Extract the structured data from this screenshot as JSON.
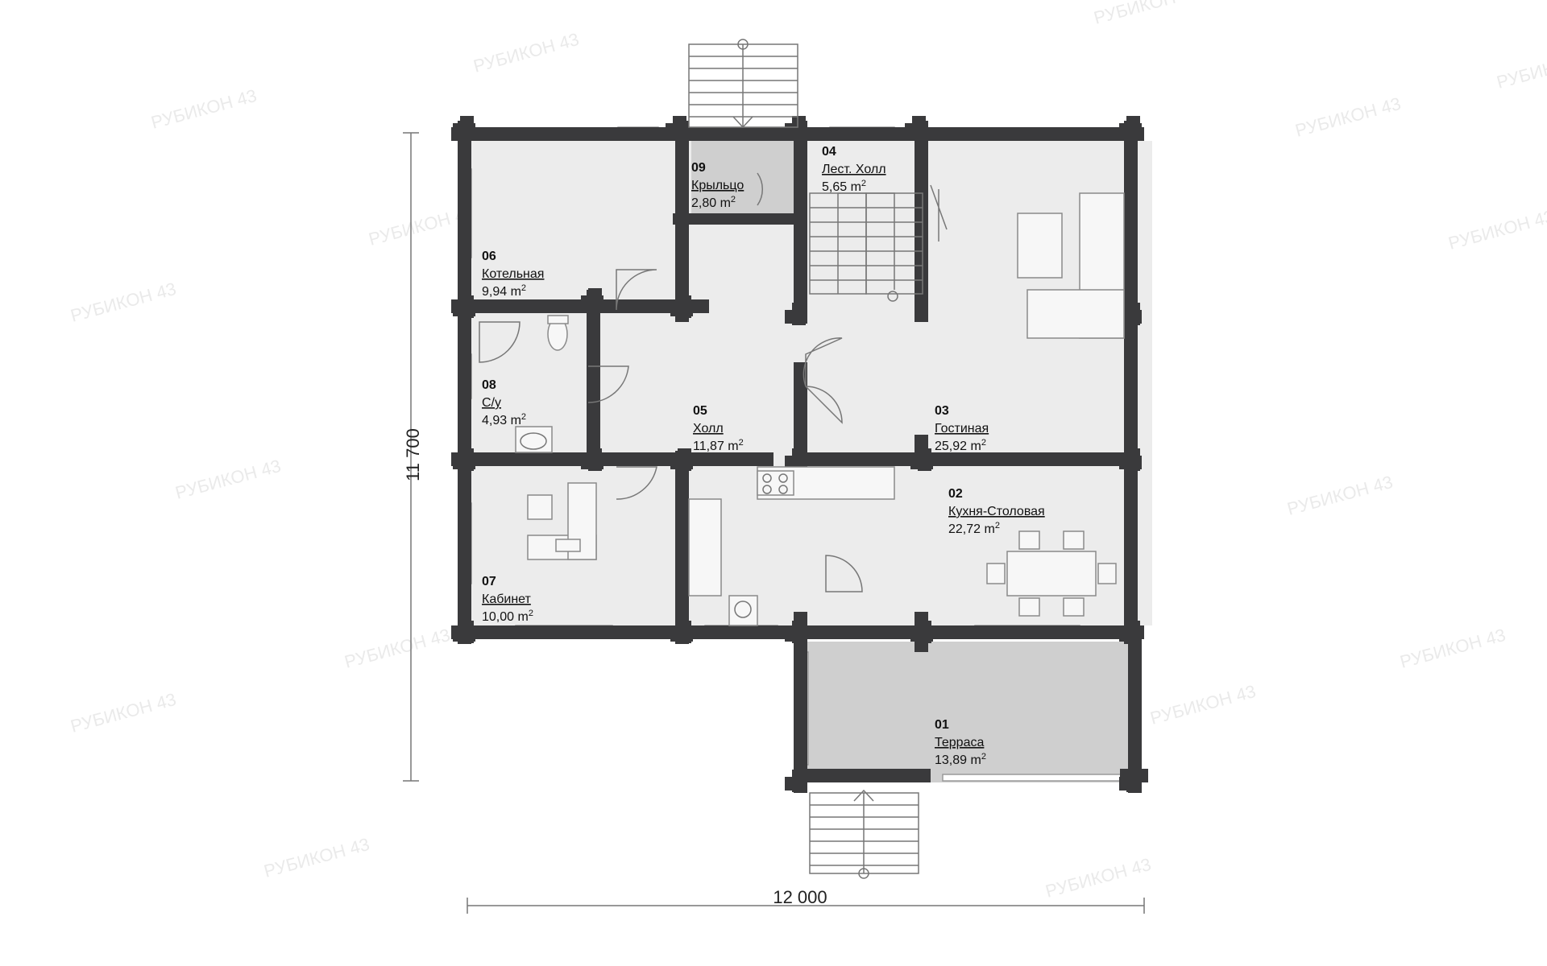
{
  "watermark": {
    "text": "РУБИКОН 43"
  },
  "dimensions": {
    "width": "12 000",
    "height": "11 700"
  },
  "area_unit": "m",
  "area_exp": "2",
  "rooms": [
    {
      "num": "01",
      "name": "Терраса",
      "area": "13,89"
    },
    {
      "num": "02",
      "name": "Кухня-Столовая",
      "area": "22,72"
    },
    {
      "num": "03",
      "name": "Гостиная",
      "area": "25,92"
    },
    {
      "num": "04",
      "name": "Лест. Холл",
      "area": "5,65"
    },
    {
      "num": "05",
      "name": "Холл",
      "area": "11,87"
    },
    {
      "num": "06",
      "name": "Котельная",
      "area": "9,94"
    },
    {
      "num": "07",
      "name": "Кабинет",
      "area": "10,00"
    },
    {
      "num": "08",
      "name": "С/у",
      "area": "4,93"
    },
    {
      "num": "09",
      "name": "Крыльцо",
      "area": "2,80"
    }
  ]
}
